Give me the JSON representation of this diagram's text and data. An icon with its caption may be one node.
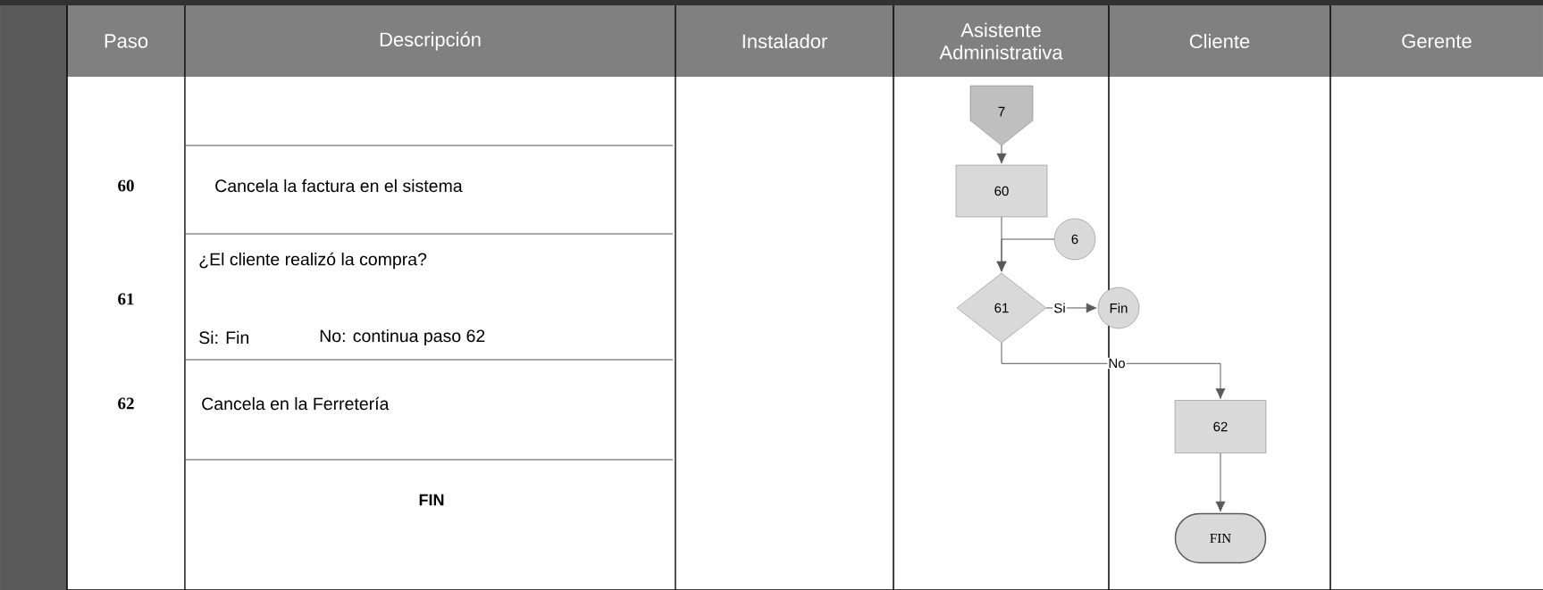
{
  "diagram": {
    "nodes": [
      {
        "text": [
          "7"
        ]
      },
      {
        "text": [
          "60"
        ]
      },
      {
        "text": [
          "6"
        ]
      },
      {
        "text": [
          "61"
        ]
      },
      {
        "text": [
          "Fin"
        ]
      },
      {
        "text": [
          "62"
        ]
      },
      {
        "text": [
          "FIN"
        ]
      }
    ],
    "edges": [
      {
        "from": 0,
        "to": 1,
        "arrow": "to"
      },
      {
        "from": 1,
        "to": 3,
        "arrow": "to"
      },
      {
        "from": 2,
        "to": 3,
        "arrow": "to"
      },
      {
        "from": 3,
        "to": 4,
        "arrow": "to",
        "label": "Si"
      },
      {
        "from": 3,
        "to": 5,
        "arrow": "to",
        "label": "No"
      },
      {
        "from": 5,
        "to": 6,
        "arrow": "to"
      }
    ],
    "labels": [
      "Paso",
      "Descripción",
      "Instalador",
      "Asistente Administrativa",
      "Cliente",
      "Gerente",
      "60",
      "Cancela la factura en el sistema",
      "61",
      "¿El cliente realizó la compra?",
      "Si: Fin",
      "No: continua paso 62",
      "62",
      "Cancela en la Ferretería",
      "FIN"
    ]
  }
}
